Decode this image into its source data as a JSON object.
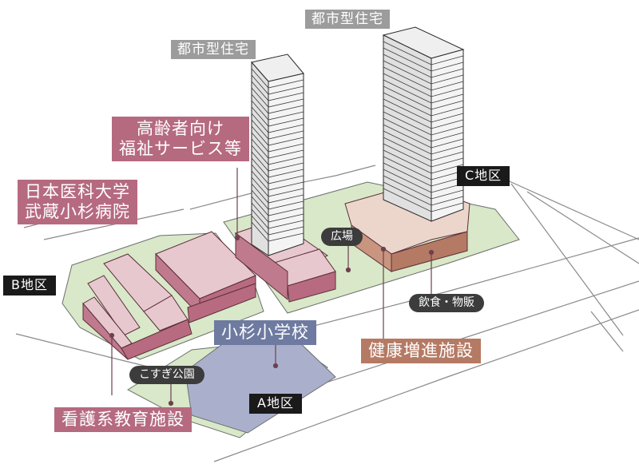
{
  "labels": {
    "tower_left": "都市型住宅",
    "tower_right": "都市型住宅",
    "elderly_welfare": "高齢者向け\n福祉サービス等",
    "hospital": "日本医科大学\n武蔵小杉病院",
    "district_c": "C地区",
    "district_b": "B地区",
    "district_a": "A地区",
    "plaza": "広場",
    "food_goods": "飲食・物販",
    "school": "小杉小学校",
    "health_facility": "健康増進施設",
    "park": "こすぎ公園",
    "nursing_school": "看護系教育施設"
  },
  "colors": {
    "ground_green": "#d8e8c8",
    "tower": "#efefef",
    "hospital_pink": "#e8c8cf",
    "health_tan": "#ecd6cc",
    "school_navy": "#aab0cc",
    "label_pink": "#b56a80",
    "label_gray": "#9c9c9c",
    "label_navy": "#6e7aa0",
    "label_brown": "#b57a64"
  }
}
